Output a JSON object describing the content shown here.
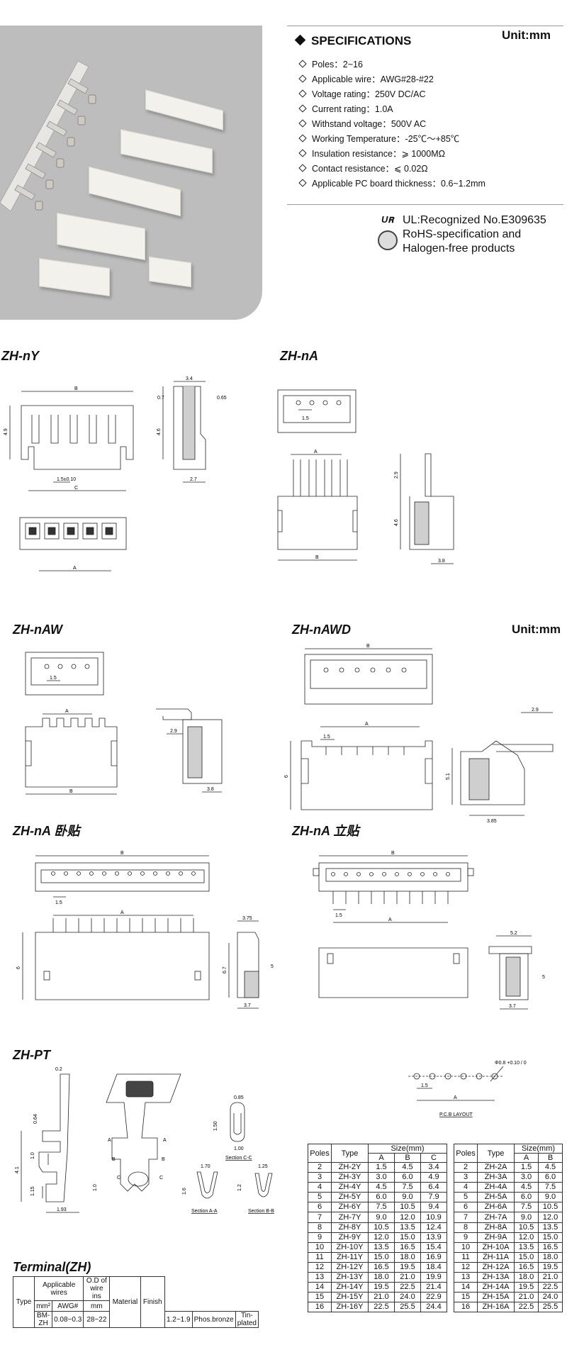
{
  "specs": {
    "heading": "SPECIFICATIONS",
    "unit": "Unit:mm",
    "items": [
      "Poles：2~16",
      "Applicable wire：AWG#28-#22",
      "Voltage rating：250V DC/AC",
      "Current rating：1.0A",
      "Withstand voltage：500V AC",
      "Working Temperature：-25℃～+85℃",
      "Insulation resistance：⩾ 1000MΩ",
      "Contact resistance：⩽ 0.02Ω",
      "Applicable PC board thickness：0.6~1.2mm"
    ]
  },
  "certs": {
    "ul": "UL:Recognized No.E309635",
    "rohs_line1": "RoHS-specification and",
    "rohs_line2": "Halogen-free products",
    "ul_mark": "𝐑",
    "ul_mark_sub": "U"
  },
  "sections": {
    "zh_ny": "ZH-nY",
    "zh_na": "ZH-nA",
    "zh_naw": "ZH-nAW",
    "zh_nawd": "ZH-nAWD",
    "zh_na_wo": "ZH-nA 卧贴",
    "zh_na_li": "ZH-nA 立贴",
    "zh_pt": "ZH-PT",
    "terminal": "Terminal(ZH)",
    "unit_mid": "Unit:mm"
  },
  "dims": {
    "ny": {
      "b": "B",
      "c": "C",
      "a": "A",
      "pitch": "1.5±0.10",
      "h": "4.9",
      "w1": "3.4",
      "w2": "0.7",
      "w3": "0.65",
      "h2": "4.6",
      "w4": "2.7"
    },
    "na": {
      "pitch": "1.5",
      "a": "A",
      "b": "B",
      "h1": "2.9",
      "h2": "4.6",
      "w": "3.8"
    },
    "naw": {
      "pitch": "1.5",
      "a": "A",
      "b": "B",
      "h": "2.9",
      "w": "3.8"
    },
    "nawd": {
      "b": "B",
      "a": "A",
      "pitch": "1.5",
      "h": "6",
      "h2": "5.1",
      "w1": "2.9",
      "w2": "3.85"
    },
    "wo": {
      "b": "B",
      "pitch": "1.5",
      "a": "A",
      "h": "6",
      "h2": "6.7",
      "h3": "5",
      "w1": "3.75",
      "w2": "3.7"
    },
    "li": {
      "b": "B",
      "pitch": "1.5",
      "a": "A",
      "w1": "5.2",
      "h": "5",
      "w2": "3.7"
    },
    "pt": {
      "d02": "0.2",
      "d064": "0.64",
      "d41": "4.1",
      "d10a": "1.0",
      "d115": "1.15",
      "d10b": "1.0",
      "d193": "1.93",
      "secA": "A",
      "secB": "B",
      "secC": "C",
      "d085": "0.85",
      "d150": "1.50",
      "d100": "1.00",
      "capCC": "Section C-C",
      "d170": "1.70",
      "d16": "1.6",
      "capAA": "Section A-A",
      "d125": "1.25",
      "d12": "1.2",
      "capBB": "Section B-B",
      "hole": "Φ0.8 +0.10 / 0",
      "pcb_pitch": "1.5",
      "pcb_a": "A",
      "pcb_caption": "P.C.B LAYOUT"
    }
  },
  "table_y": {
    "headers": {
      "poles": "Poles",
      "type": "Type",
      "size": "Size(mm)",
      "a": "A",
      "b": "B",
      "c": "C"
    },
    "rows": [
      [
        "2",
        "ZH-2Y",
        "1.5",
        "4.5",
        "3.4"
      ],
      [
        "3",
        "ZH-3Y",
        "3.0",
        "6.0",
        "4.9"
      ],
      [
        "4",
        "ZH-4Y",
        "4.5",
        "7.5",
        "6.4"
      ],
      [
        "5",
        "ZH-5Y",
        "6.0",
        "9.0",
        "7.9"
      ],
      [
        "6",
        "ZH-6Y",
        "7.5",
        "10.5",
        "9.4"
      ],
      [
        "7",
        "ZH-7Y",
        "9.0",
        "12.0",
        "10.9"
      ],
      [
        "8",
        "ZH-8Y",
        "10.5",
        "13.5",
        "12.4"
      ],
      [
        "9",
        "ZH-9Y",
        "12.0",
        "15.0",
        "13.9"
      ],
      [
        "10",
        "ZH-10Y",
        "13.5",
        "16.5",
        "15.4"
      ],
      [
        "11",
        "ZH-11Y",
        "15.0",
        "18.0",
        "16.9"
      ],
      [
        "12",
        "ZH-12Y",
        "16.5",
        "19.5",
        "18.4"
      ],
      [
        "13",
        "ZH-13Y",
        "18.0",
        "21.0",
        "19.9"
      ],
      [
        "14",
        "ZH-14Y",
        "19.5",
        "22.5",
        "21.4"
      ],
      [
        "15",
        "ZH-15Y",
        "21.0",
        "24.0",
        "22.9"
      ],
      [
        "16",
        "ZH-16Y",
        "22.5",
        "25.5",
        "24.4"
      ]
    ]
  },
  "table_a": {
    "headers": {
      "poles": "Poles",
      "type": "Type",
      "size": "Size(mm)",
      "a": "A",
      "b": "B"
    },
    "rows": [
      [
        "2",
        "ZH-2A",
        "1.5",
        "4.5"
      ],
      [
        "3",
        "ZH-3A",
        "3.0",
        "6.0"
      ],
      [
        "4",
        "ZH-4A",
        "4.5",
        "7.5"
      ],
      [
        "5",
        "ZH-5A",
        "6.0",
        "9.0"
      ],
      [
        "6",
        "ZH-6A",
        "7.5",
        "10.5"
      ],
      [
        "7",
        "ZH-7A",
        "9.0",
        "12.0"
      ],
      [
        "8",
        "ZH-8A",
        "10.5",
        "13.5"
      ],
      [
        "9",
        "ZH-9A",
        "12.0",
        "15.0"
      ],
      [
        "10",
        "ZH-10A",
        "13.5",
        "16.5"
      ],
      [
        "11",
        "ZH-11A",
        "15.0",
        "18.0"
      ],
      [
        "12",
        "ZH-12A",
        "16.5",
        "19.5"
      ],
      [
        "13",
        "ZH-13A",
        "18.0",
        "21.0"
      ],
      [
        "14",
        "ZH-14A",
        "19.5",
        "22.5"
      ],
      [
        "15",
        "ZH-15A",
        "21.0",
        "24.0"
      ],
      [
        "16",
        "ZH-16A",
        "22.5",
        "25.5"
      ]
    ]
  },
  "terminal_table": {
    "type": "Type",
    "wires": "Applicable wires",
    "od": "O.D of wire ins",
    "material": "Material",
    "finish": "Finish",
    "mm2": "mm²",
    "awg": "AWG#",
    "mm": "mm",
    "row": [
      "BM-ZH",
      "0.08~0.3",
      "28~22",
      "1.2~1.9",
      "Phos.bronze",
      "Tin-plated"
    ]
  }
}
